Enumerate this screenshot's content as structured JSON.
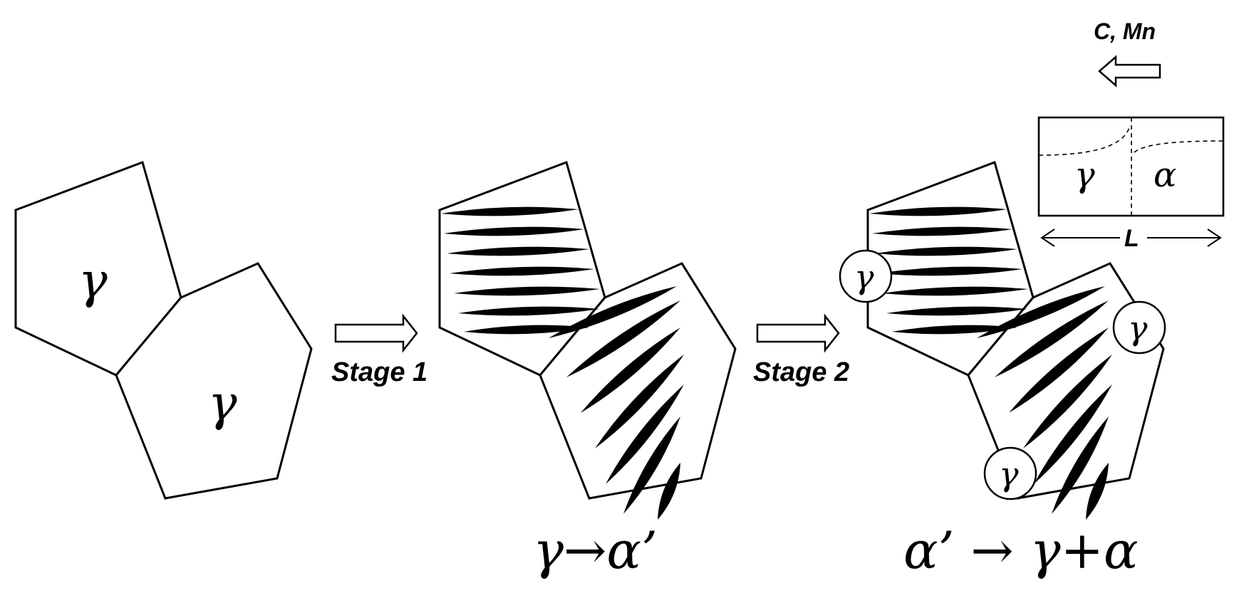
{
  "labels": {
    "gamma": "γ",
    "stage1": "Stage 1",
    "stage2": "Stage 2",
    "transform1": "γ→α’",
    "transform2": "α’ → γ+α",
    "element_flux": "C, Mn",
    "inset_gamma": "γ",
    "inset_alpha": "α",
    "inset_length": "L"
  }
}
